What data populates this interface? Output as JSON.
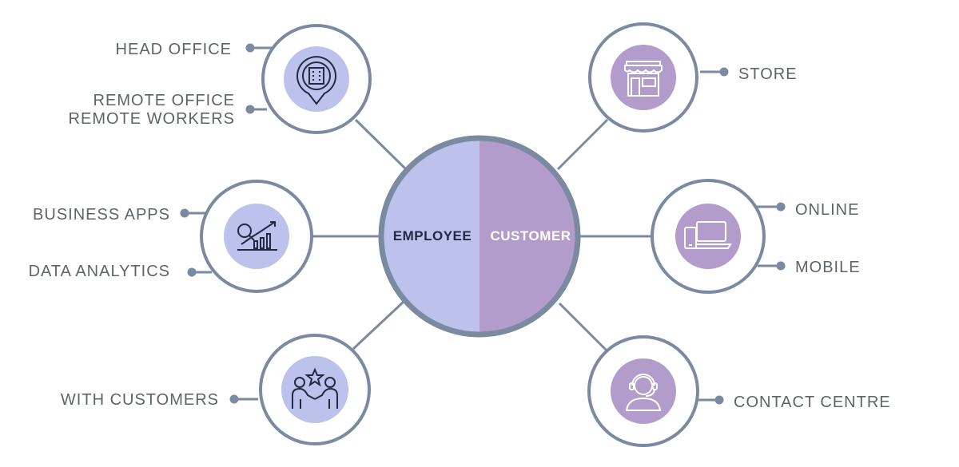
{
  "colors": {
    "ring": "#7b8aa1",
    "employee_fill": "#bcc2ec",
    "customer_fill": "#b29ccb",
    "label_text": "#5f6468",
    "employee_text": "#1f2a44",
    "customer_text": "#ffffff",
    "icon_stroke": "#1f2a44",
    "icon_stroke_light": "#ffffff"
  },
  "hub": {
    "employee_label": "EMPLOYEE",
    "customer_label": "CUSTOMER"
  },
  "nodes": {
    "head_office": {
      "icon": "building-pin-icon"
    },
    "business": {
      "icon": "analytics-chart-icon"
    },
    "with_customers": {
      "icon": "handshake-people-icon"
    },
    "store": {
      "icon": "storefront-icon"
    },
    "online": {
      "icon": "devices-icon"
    },
    "contact": {
      "icon": "headset-agent-icon"
    }
  },
  "labels": {
    "head_office": "HEAD OFFICE",
    "remote_office": "REMOTE OFFICE",
    "remote_workers": "REMOTE WORKERS",
    "business_apps": "BUSINESS APPS",
    "data_analytics": "DATA ANALYTICS",
    "with_customers": "WITH CUSTOMERS",
    "store": "STORE",
    "online": "ONLINE",
    "mobile": "MOBILE",
    "contact_centre": "CONTACT CENTRE"
  }
}
